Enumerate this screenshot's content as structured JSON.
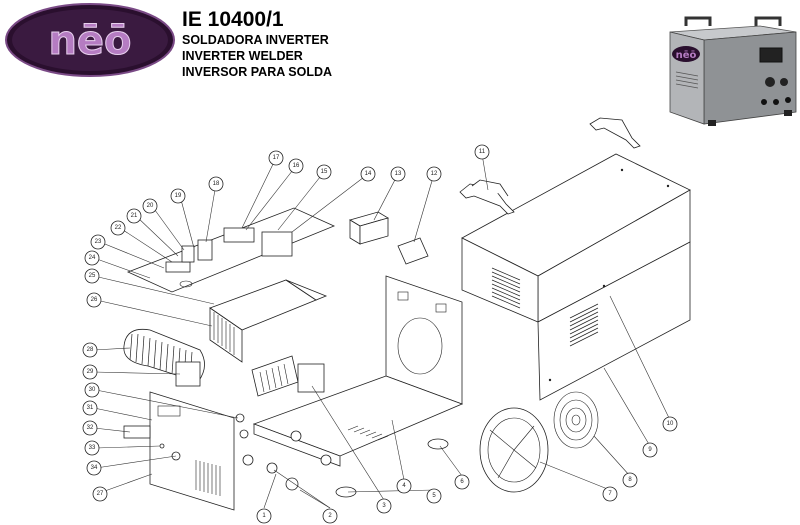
{
  "brand": {
    "logo_text": "nēō",
    "logo_color": "#9b5ca8",
    "logo_bg": "#2a0f2e"
  },
  "header": {
    "model": "IE 10400/1",
    "line1": "SOLDADORA INVERTER",
    "line2": "INVERTER WELDER",
    "line3": "INVERSOR PARA SOLDA"
  },
  "product_photo": {
    "logo_text": "nēō",
    "body_color": "#a9abae"
  },
  "callouts": [
    "1",
    "2",
    "3",
    "4",
    "5",
    "6",
    "7",
    "8",
    "9",
    "10",
    "11",
    "12",
    "13",
    "14",
    "15",
    "16",
    "17",
    "18",
    "19",
    "20",
    "21",
    "22",
    "23",
    "24",
    "25",
    "26",
    "27",
    "28",
    "29",
    "30",
    "31",
    "32",
    "33",
    "34"
  ]
}
